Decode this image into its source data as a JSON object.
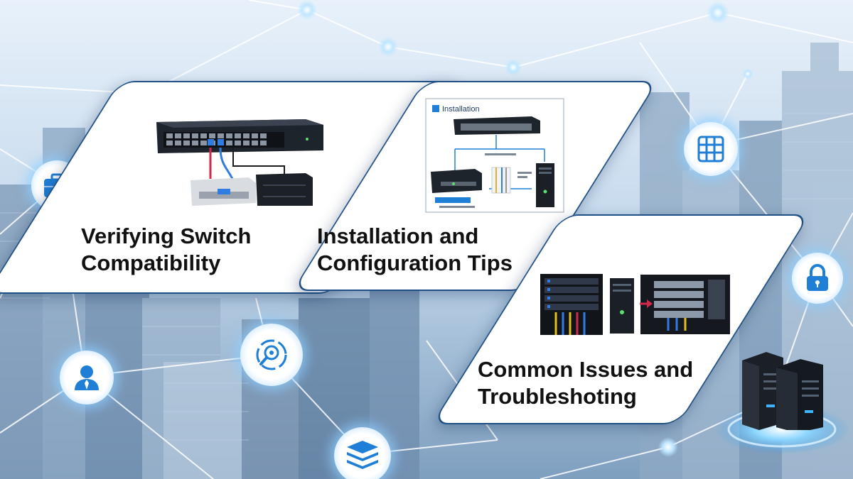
{
  "cards": [
    {
      "title": "Verifying Switch\nCompatibility"
    },
    {
      "title": "Installation and\nConfiguration Tips",
      "diagram_heading": "Installation"
    },
    {
      "title": "Common Issues and\nTroubleshoting"
    }
  ],
  "icons": [
    "briefcase-icon",
    "spreadsheet-grid-icon",
    "padlock-icon",
    "user-icon",
    "network-search-icon",
    "database-stack-icon",
    "server-tower-icon"
  ],
  "colors": {
    "card_border": "#1e4f86",
    "icon_blue": "#1f7fd6",
    "network_line": "#ffffff"
  }
}
